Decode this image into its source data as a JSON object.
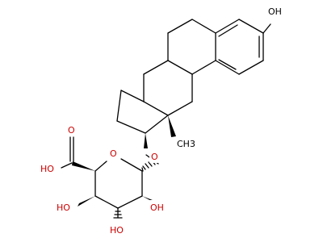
{
  "molecule": {
    "atom_labels": {
      "phenol_oh": "OH",
      "methyl": "CH3",
      "glycosidic_o": "O",
      "ring_o": "O",
      "carboxyl_o": "O",
      "carboxyl_oh": "HO",
      "oh_c2": "HO",
      "oh_c3": "HO",
      "oh_c4": "OH"
    },
    "colors": {
      "bond": "#000000",
      "oxygen": "#cc0000",
      "background": "#ffffff"
    }
  }
}
